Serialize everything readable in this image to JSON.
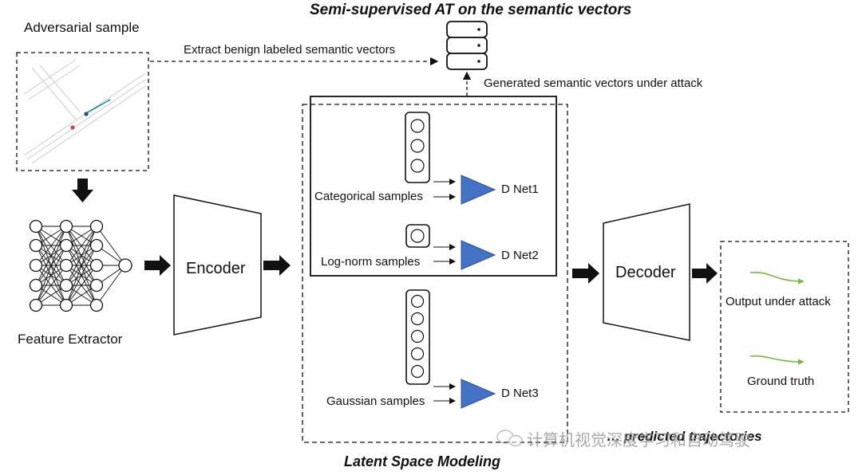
{
  "title_top": "Semi-supervised AT on the semantic vectors",
  "title_bottom": "Latent Space Modeling",
  "adversarial_label": "Adversarial sample",
  "extract_label": "Extract benign labeled semantic vectors",
  "generated_label": "Generated semantic vectors under attack",
  "feature_extractor_label": "Feature Extractor",
  "encoder_label": "Encoder",
  "decoder_label": "Decoder",
  "categorical_label": "Categorical samples",
  "lognorm_label": "Log-norm samples",
  "gaussian_label": "Gaussian samples",
  "dnet1": "D Net1",
  "dnet2": "D Net2",
  "dnet3": "D Net3",
  "output_attack_label": "Output under attack",
  "ground_truth_label": "Ground truth",
  "watermark": "计算机视觉深度学习和自动驾驶",
  "watermark_partial": "… predicted trajectories",
  "colors": {
    "triangle": "#4472c4",
    "trajectory": "#7ab648",
    "accent_blue": "#1a6fa3"
  },
  "icons": [
    "database-icon",
    "neural-network-icon",
    "wechat-icon"
  ]
}
